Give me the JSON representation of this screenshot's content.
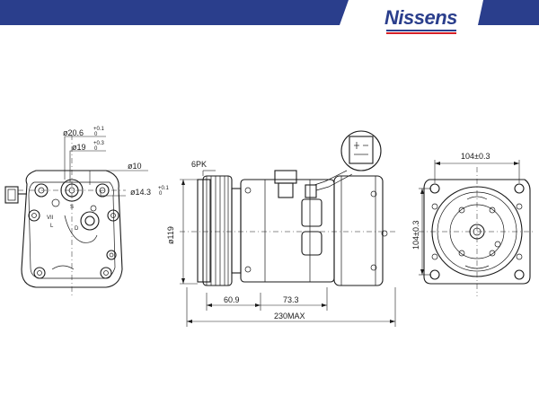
{
  "brand": {
    "name": "Nissens",
    "colors": {
      "banner": "#2a3e8c",
      "logo": "#2a3e8c",
      "stripe_red": "#d61f26"
    }
  },
  "dimensions": {
    "port_outer": "ø20.6",
    "port_outer_tol": "+0.1",
    "port_outer_tol_low": "0",
    "port_inner": "ø19",
    "port_inner_tol": "+0.3",
    "port_inner_tol_low": "0",
    "hole": "ø10",
    "mount": "ø14.3",
    "mount_tol": "+0.1",
    "mount_tol_low": "0",
    "pulley_dia": "ø119",
    "belt": "6PK",
    "len_front": "60.9",
    "len_mid": "73.3",
    "len_total": "230MAX",
    "rear_width": "104±0.3",
    "rear_height": "104±0.3"
  },
  "marks": {
    "suction": "S",
    "discharge": "D",
    "label_vii": "VII",
    "label_l": "L"
  },
  "icons": {
    "connector_detail": "electrical-connector-icon"
  }
}
